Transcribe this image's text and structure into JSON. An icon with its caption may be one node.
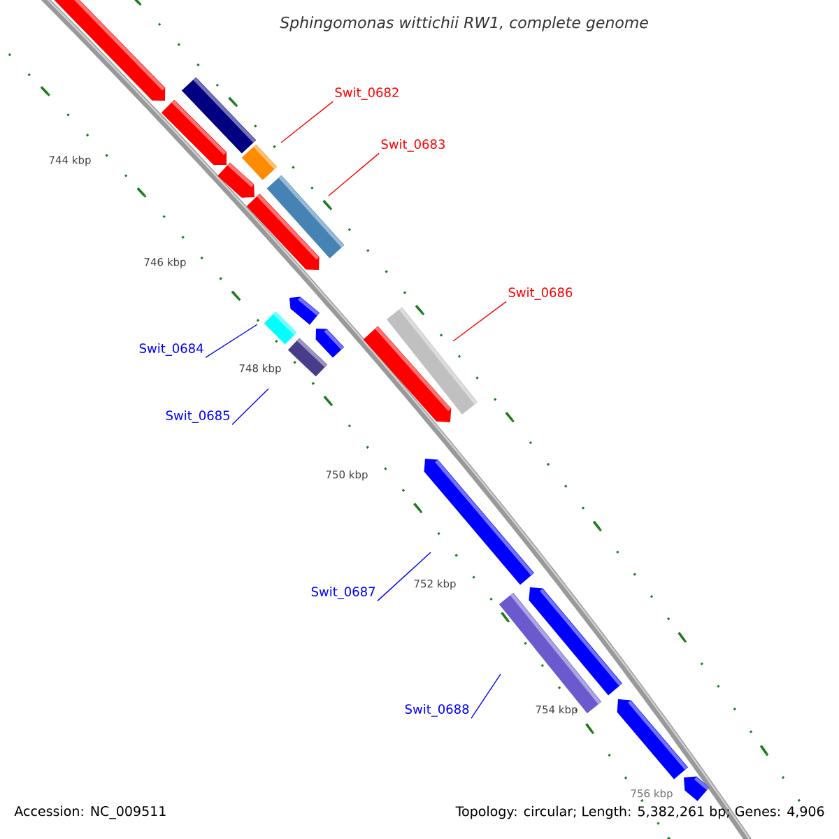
{
  "diagram": {
    "title": "Sphingomonas wittichii RW1, complete genome",
    "nodes": [
      {
        "text": [
          "Swit_0682"
        ]
      },
      {
        "text": [
          "Swit_0683"
        ]
      },
      {
        "text": [
          "Swit_0686"
        ]
      },
      {
        "text": [
          "Swit_0684"
        ]
      },
      {
        "text": [
          "Swit_0685"
        ]
      },
      {
        "text": [
          "Swit_0687"
        ]
      },
      {
        "text": [
          "Swit_0688"
        ]
      }
    ],
    "edges": [
      {
        "from": 0,
        "to": null,
        "arrow": "none",
        "color": "#ff0000"
      },
      {
        "from": 1,
        "to": null,
        "arrow": "none",
        "color": "#ff0000"
      },
      {
        "from": 2,
        "to": null,
        "arrow": "none",
        "color": "#ff0000"
      },
      {
        "from": 3,
        "to": null,
        "arrow": "none",
        "color": "#0000ff"
      },
      {
        "from": 4,
        "to": null,
        "arrow": "none",
        "color": "#0000ff"
      },
      {
        "from": 5,
        "to": null,
        "arrow": "none",
        "color": "#0000ff"
      },
      {
        "from": 6,
        "to": null,
        "arrow": "none",
        "color": "#0000ff"
      }
    ],
    "labels": [
      "744 kbp",
      "746 kbp",
      "748 kbp",
      "750 kbp",
      "752 kbp",
      "754 kbp",
      "756 kbp",
      "Accession: NC_009511",
      "Topology: circular; Length: 5,382,261 bp; Genes: 4,906"
    ]
  }
}
